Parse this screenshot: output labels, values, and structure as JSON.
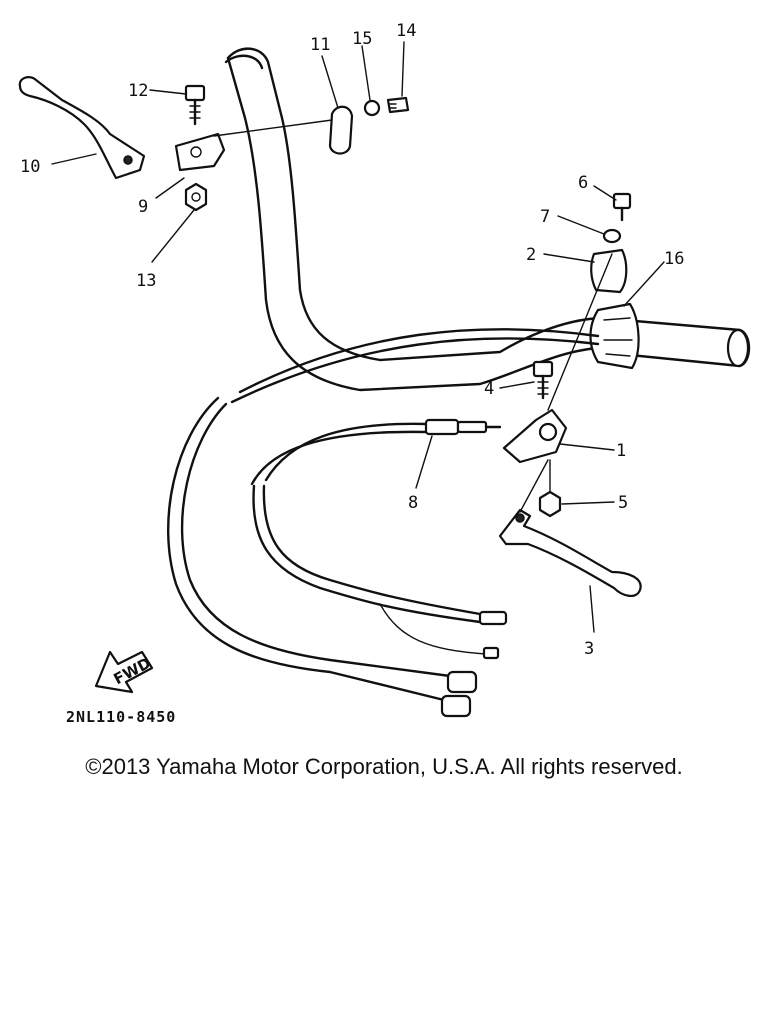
{
  "diagram": {
    "part_callouts": [
      "1",
      "2",
      "3",
      "4",
      "5",
      "6",
      "7",
      "8",
      "9",
      "10",
      "11",
      "12",
      "13",
      "14",
      "15",
      "16"
    ],
    "drawing_code": "2NL110-8450",
    "direction_arrow_label": "FWD"
  },
  "footer": {
    "copyright": "©2013 Yamaha Motor Corporation, U.S.A. All rights reserved."
  }
}
